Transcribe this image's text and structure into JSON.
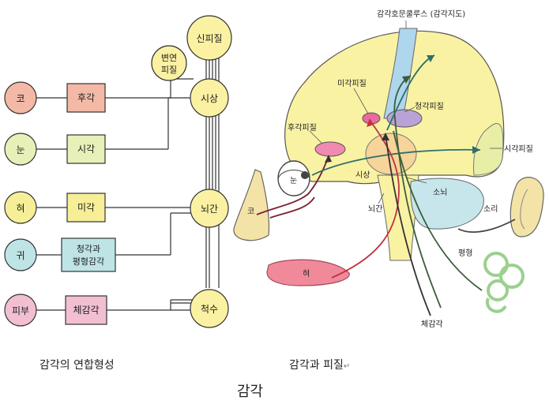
{
  "left": {
    "senses": [
      {
        "organ": "코",
        "sense": "후각"
      },
      {
        "organ": "눈",
        "sense": "시각"
      },
      {
        "organ": "혀",
        "sense": "미각"
      },
      {
        "organ": "귀",
        "sense_line1": "청각과",
        "sense_line2": "평형감각"
      },
      {
        "organ": "피부",
        "sense": "체감각"
      }
    ],
    "centers": {
      "cortex": "신피질",
      "limbic_line1": "변연",
      "limbic_line2": "피질",
      "thalamus": "시상",
      "brainstem": "뇌간",
      "spinal": "척수"
    },
    "caption": "감각의 연합형성"
  },
  "right": {
    "title": "감각호문쿨루스 (감각지도)",
    "labels": {
      "taste_cortex": "미각피질",
      "auditory_cortex": "청각피질",
      "olfactory_cortex": "후각피질",
      "visual_cortex": "시각피질",
      "thalamus": "시상",
      "eye": "눈",
      "cerebellum": "소뇌",
      "nose": "코",
      "brainstem": "뇌간",
      "sound": "소리",
      "balance": "평형",
      "tongue": "혀",
      "somatosensory": "체감각"
    },
    "caption": "감각과 피질",
    "caption_mark": "↵"
  },
  "footer": "감각",
  "colors": {
    "organ_circle": "#f3b9a6",
    "eye_circle": "#e7f0b8",
    "taste_circle": "#f6ef97",
    "ear_circle": "#bfe4e6",
    "skin_circle": "#f2bfd2",
    "center_circle": "#fbf1a2",
    "brain": "#f9f2a3",
    "tongue": "#f08a9a",
    "cerebellum": "#c7e6ec",
    "ear": "#f4e3a6"
  }
}
